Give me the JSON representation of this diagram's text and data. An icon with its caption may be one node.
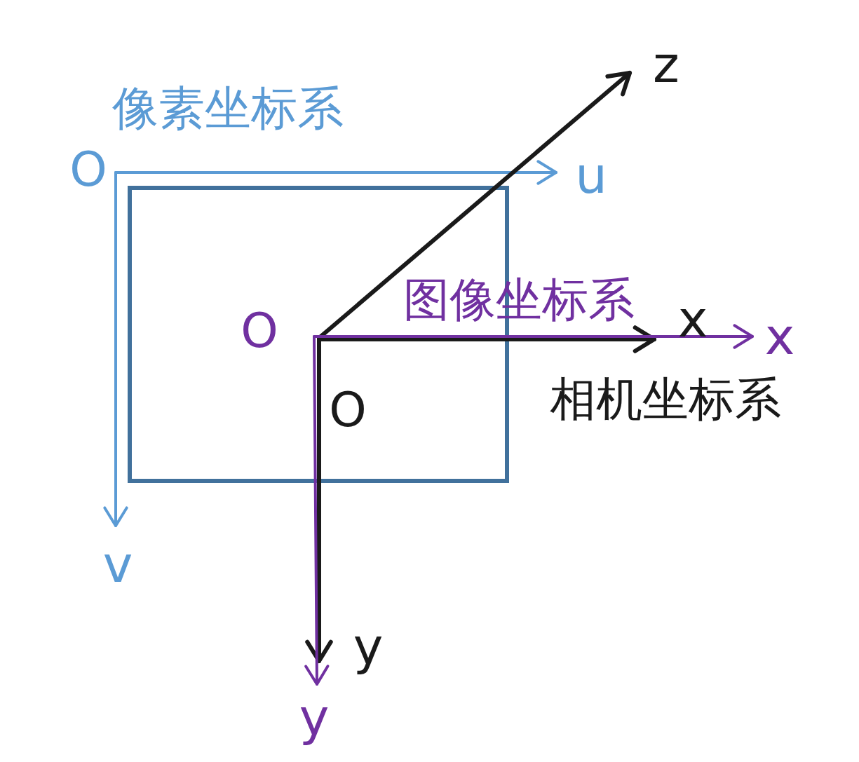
{
  "diagram": {
    "labels": [
      "z",
      "像素坐标系",
      "O",
      "u",
      "图像坐标系",
      "x",
      "O",
      "x",
      "相机坐标系",
      "O",
      "v",
      "y",
      "y"
    ]
  }
}
